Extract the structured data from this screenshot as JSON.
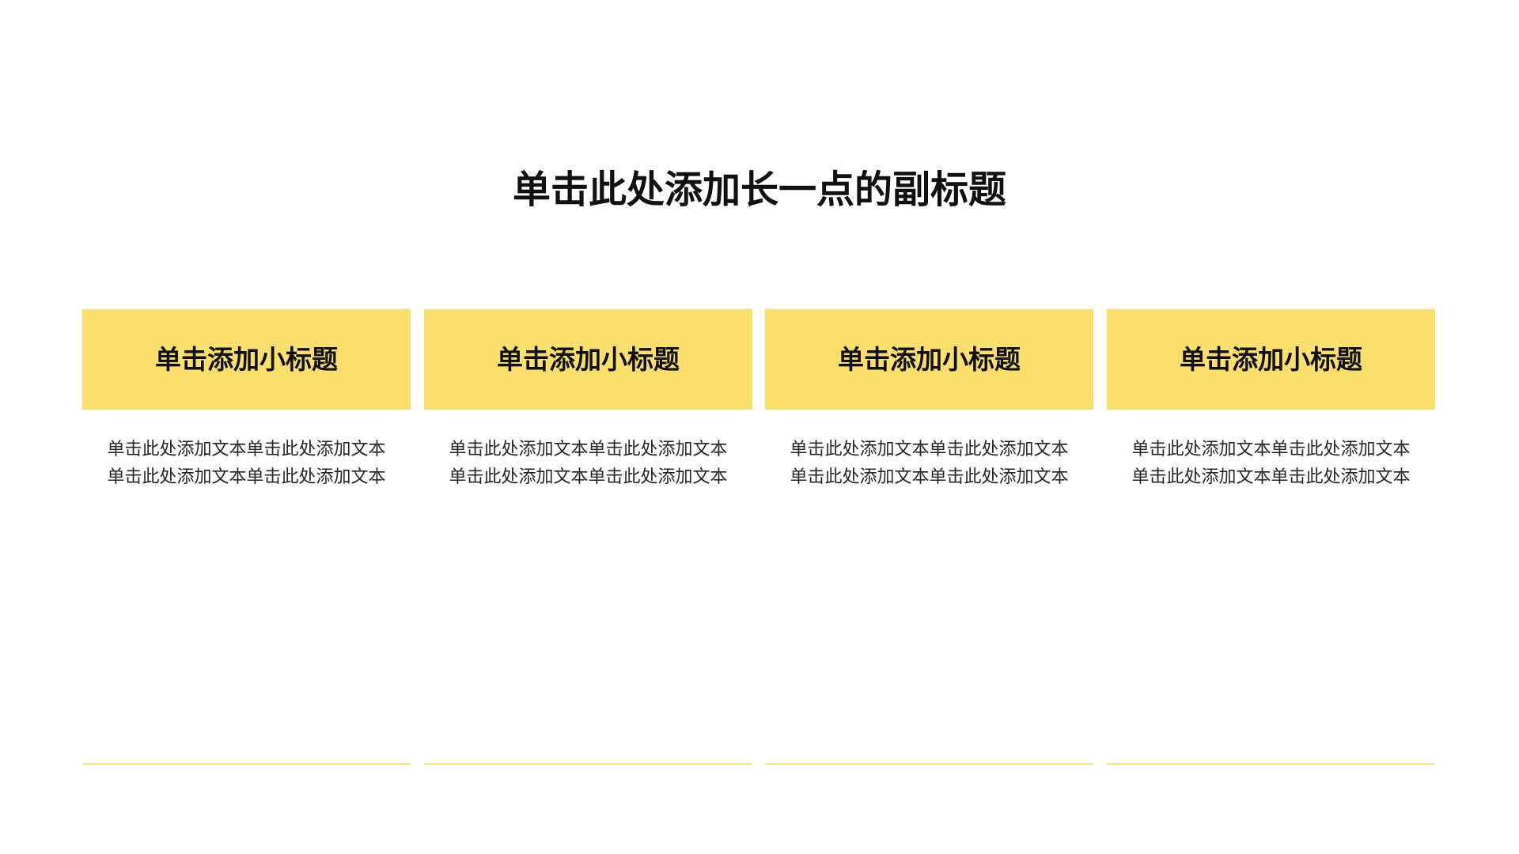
{
  "slide": {
    "subtitle": "单击此处添加长一点的副标题",
    "colors": {
      "accent_yellow": "#fbdf6e",
      "line_yellow": "#f9e38a",
      "text_dark": "#111111",
      "body_text": "#262626",
      "background": "#ffffff"
    },
    "cards": [
      {
        "title": "单击添加小标题",
        "body_lines": [
          "单击此处添加文本单击此处添加文本",
          "单击此处添加文本单击此处添加文本"
        ]
      },
      {
        "title": "单击添加小标题",
        "body_lines": [
          "单击此处添加文本单击此处添加文本",
          "单击此处添加文本单击此处添加文本"
        ]
      },
      {
        "title": "单击添加小标题",
        "body_lines": [
          "单击此处添加文本单击此处添加文本",
          "单击此处添加文本单击此处添加文本"
        ]
      },
      {
        "title": "单击添加小标题",
        "body_lines": [
          "单击此处添加文本单击此处添加文本",
          "单击此处添加文本单击此处添加文本"
        ]
      }
    ]
  }
}
